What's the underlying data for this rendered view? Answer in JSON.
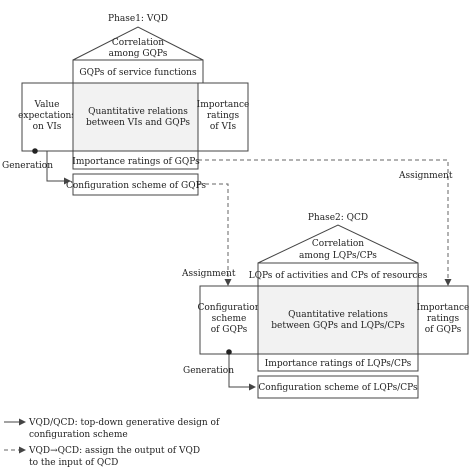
{
  "phase1": {
    "title": "Phase1: VQD",
    "roof": [
      "Correlation",
      "among GQPs"
    ],
    "ceiling": "GQPs of service functions",
    "left_wall": [
      "Value",
      "expectations",
      "on VIs"
    ],
    "center": [
      "Quantitative relations",
      "between VIs and GQPs"
    ],
    "right_wall": [
      "Importance",
      "ratings",
      "of VIs"
    ],
    "row1": "Importance ratings of GQPs",
    "row2": "Configuration scheme of GQPs"
  },
  "phase2": {
    "title": "Phase2: QCD",
    "roof": [
      "Correlation",
      "among LQPs/CPs"
    ],
    "ceiling": "LQPs of activities and CPs of resources",
    "left_wall": [
      "Configuration",
      "scheme",
      "of GQPs"
    ],
    "center": [
      "Quantitative relations",
      "between GQPs and LQPs/CPs"
    ],
    "right_wall": [
      "Importance",
      "ratings",
      "of GQPs"
    ],
    "row1": "Importance ratings of LQPs/CPs",
    "row2": "Configuration scheme of LQPs/CPs"
  },
  "connectors": {
    "generation_1": "Generation",
    "assignment_1": "Assignment",
    "assignment_2": "Assignment",
    "generation_2": "Generation"
  },
  "legend": {
    "solid_line1": "VQD/QCD: top-down generative design of",
    "solid_line2": "configuration scheme",
    "dash_line1": "VQD→QCD: assign the output of VQD",
    "dash_line2": "to the input of QCD"
  }
}
